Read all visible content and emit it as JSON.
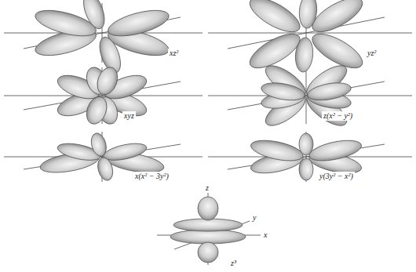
{
  "diagram": {
    "labels": [
      "xz²",
      "yz²",
      "xyz",
      "z(x² − y²)",
      "x(x² − 3y²)",
      "y(3y² − x²)",
      "z³",
      "z",
      "y",
      "x"
    ]
  }
}
